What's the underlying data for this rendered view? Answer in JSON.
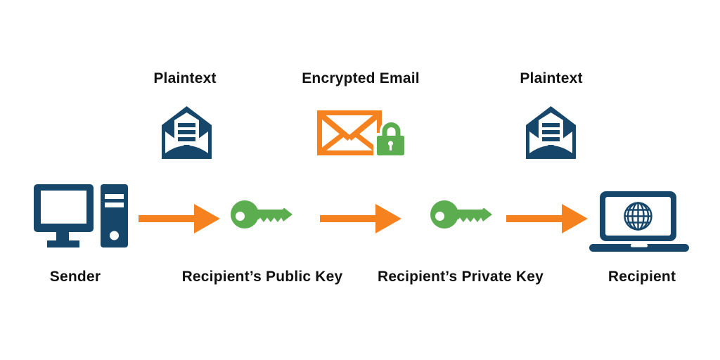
{
  "palette": {
    "navy": "#17466B",
    "orange": "#F5821F",
    "green": "#5BAD50",
    "text": "#111111",
    "background": "#FFFFFF"
  },
  "diagram": {
    "top_row": {
      "plaintext_left": {
        "label": "Plaintext",
        "icon": "open-envelope-letter-icon"
      },
      "encrypted": {
        "label": "Encrypted Email",
        "icon": "envelope-lock-icon"
      },
      "plaintext_right": {
        "label": "Plaintext",
        "icon": "open-envelope-letter-icon"
      }
    },
    "flow": {
      "sender": {
        "label": "Sender",
        "icon": "desktop-computer-icon"
      },
      "public_key": {
        "label": "Recipient’s Public Key",
        "icon": "key-icon"
      },
      "private_key": {
        "label": "Recipient’s Private Key",
        "icon": "key-icon"
      },
      "recipient": {
        "label": "Recipient",
        "icon": "laptop-globe-icon"
      },
      "arrow_icon": "arrow-right-icon",
      "arrow_count": 3
    }
  }
}
